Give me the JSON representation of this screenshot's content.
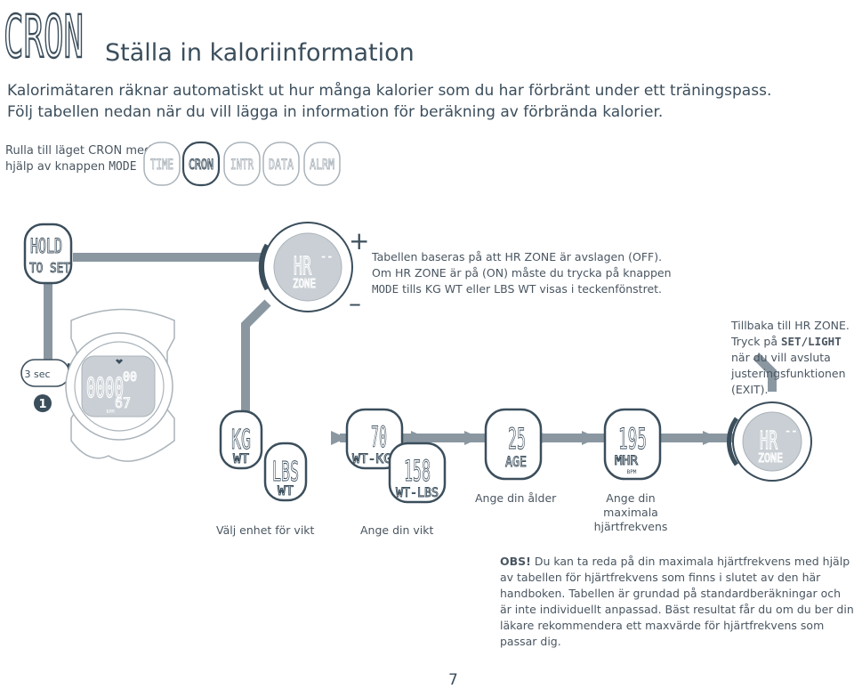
{
  "header": {
    "logo_text": "CRON",
    "title": "Ställa in kaloriinformation"
  },
  "intro": {
    "line1": "Kalorimätaren räknar automatiskt ut hur många kalorier som du har förbränt under ett träningspass.",
    "line2": "Följ tabellen nedan när du vill lägga in information för beräkning av förbrända kalorier."
  },
  "step1": {
    "text_a": "Rulla till läget CRON med",
    "text_b": "hjälp av knappen ",
    "text_c": "MODE"
  },
  "modes": [
    "TIME",
    "CRON",
    "INTR",
    "DATA",
    "ALRM"
  ],
  "hold": {
    "line1": "HOLD",
    "line2": "TO SET"
  },
  "three_sec": "3 sec",
  "step_number": "1",
  "main_watch": {
    "digits": "0000",
    "side": "00",
    "hr": "67",
    "unit": "BPM"
  },
  "hr_zone_watch": {
    "top": "HR",
    "dashes": "--",
    "bottom": "ZONE"
  },
  "plus": "+",
  "minus": "–",
  "hrzone_note": {
    "l1": "Tabellen baseras på att HR ZONE är avslagen (OFF).",
    "l2": "Om HR ZONE är på (ON) måste du trycka på knappen",
    "l3a": "MODE",
    "l3b": " tills KG WT eller LBS WT visas i teckenfönstret."
  },
  "back_note": {
    "l1": "Tillbaka till HR ZONE.",
    "l2a": "Tryck på ",
    "l2b": "SET/LIGHT",
    "l3": "när du vill avsluta",
    "l4": "justeringsfunktionen",
    "l5": "(EXIT)."
  },
  "screens": {
    "kg": {
      "top": "KG",
      "bottom": "WT"
    },
    "lbs": {
      "top": "LBS",
      "bottom": "WT"
    },
    "kgval": {
      "top": "70",
      "bottom": "WT-KG"
    },
    "lbsval": {
      "top": "158",
      "bottom": "WT-LBS"
    },
    "age": {
      "top": "25",
      "bottom": "AGE"
    },
    "mhr": {
      "top": "195",
      "bottom": "MHR",
      "unit": "BPM"
    },
    "zone_end": {
      "top": "HR",
      "dashes": "--",
      "bottom": "ZONE"
    }
  },
  "captions": {
    "unit": "Välj enhet för vikt",
    "weight": "Ange din vikt",
    "age": "Ange din ålder",
    "mhr_l1": "Ange din",
    "mhr_l2": "maximala",
    "mhr_l3": "hjärtfrekvens"
  },
  "obs": {
    "label": "OBS!",
    "text": " Du kan ta reda på din maximala hjärtfrekvens med hjälp av tabellen för hjärtfrekvens som finns i slutet av den här handboken. Tabellen är grundad på standardberäkningar och är inte individuellt anpassad. Bäst resultat får du om du ber din läkare rekommendera ett maxvärde för hjärtfrekvens som passar dig."
  },
  "page_number": "7",
  "colors": {
    "line": "#8a97a1",
    "dark": "#3b4e5c",
    "text": "#4a5661"
  }
}
